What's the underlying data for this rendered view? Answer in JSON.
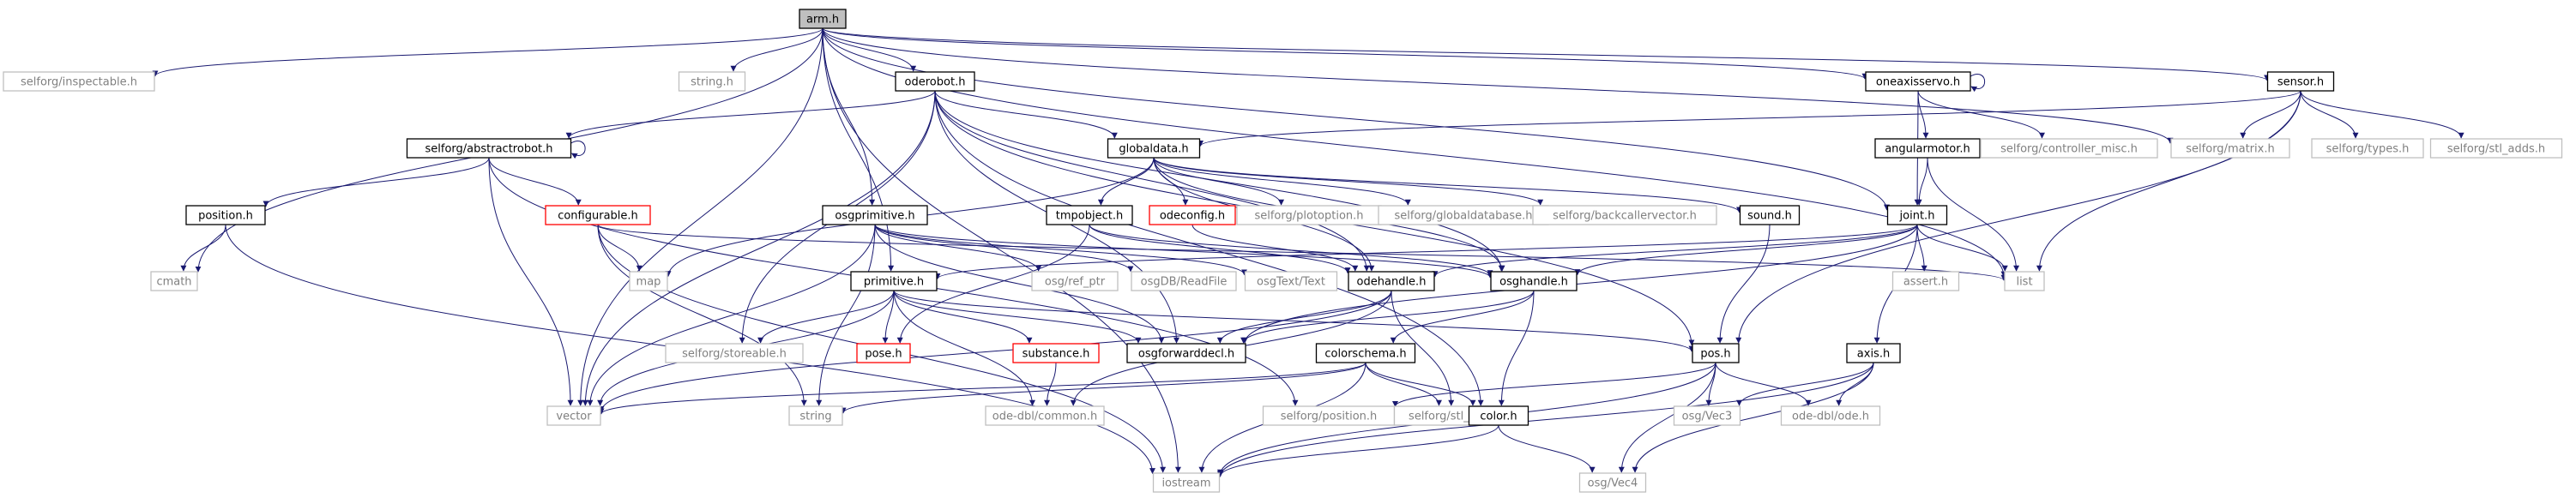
{
  "colors": {
    "edge": "#191970",
    "root_fill": "#bfbfbf",
    "doc_border": "#000000",
    "missing_border": "#ff0000",
    "external_border": "#bfbfbf",
    "external_text": "#808080"
  },
  "nodes": [
    {
      "id": "arm",
      "label": "arm.h",
      "kind": "root"
    },
    {
      "id": "inspectable",
      "label": "selforg/inspectable.h",
      "kind": "external"
    },
    {
      "id": "string_h",
      "label": "string.h",
      "kind": "external"
    },
    {
      "id": "oderobot",
      "label": "oderobot.h",
      "kind": "doc"
    },
    {
      "id": "oneaxisservo",
      "label": "oneaxisservo.h",
      "kind": "doc"
    },
    {
      "id": "sensor",
      "label": "sensor.h",
      "kind": "doc"
    },
    {
      "id": "abstractrobot",
      "label": "selforg/abstractrobot.h",
      "kind": "doc"
    },
    {
      "id": "globaldata",
      "label": "globaldata.h",
      "kind": "doc"
    },
    {
      "id": "angularmotor",
      "label": "angularmotor.h",
      "kind": "doc"
    },
    {
      "id": "controller_misc",
      "label": "selforg/controller_misc.h",
      "kind": "external"
    },
    {
      "id": "matrix",
      "label": "selforg/matrix.h",
      "kind": "external"
    },
    {
      "id": "types",
      "label": "selforg/types.h",
      "kind": "external"
    },
    {
      "id": "stl_adds",
      "label": "selforg/stl_adds.h",
      "kind": "external"
    },
    {
      "id": "position_h",
      "label": "position.h",
      "kind": "doc"
    },
    {
      "id": "configurable",
      "label": "configurable.h",
      "kind": "missing"
    },
    {
      "id": "osgprimitive",
      "label": "osgprimitive.h",
      "kind": "doc"
    },
    {
      "id": "tmpobject",
      "label": "tmpobject.h",
      "kind": "doc"
    },
    {
      "id": "odeconfig",
      "label": "odeconfig.h",
      "kind": "missing"
    },
    {
      "id": "plotoption",
      "label": "selforg/plotoption.h",
      "kind": "external"
    },
    {
      "id": "globaldatabase",
      "label": "selforg/globaldatabase.h",
      "kind": "external"
    },
    {
      "id": "backcaller",
      "label": "selforg/backcallervector.h",
      "kind": "external"
    },
    {
      "id": "sound",
      "label": "sound.h",
      "kind": "doc"
    },
    {
      "id": "joint",
      "label": "joint.h",
      "kind": "doc"
    },
    {
      "id": "cmath",
      "label": "cmath",
      "kind": "external"
    },
    {
      "id": "map",
      "label": "map",
      "kind": "external"
    },
    {
      "id": "ref_ptr",
      "label": "osg/ref_ptr",
      "kind": "external"
    },
    {
      "id": "readfile",
      "label": "osgDB/ReadFile",
      "kind": "external"
    },
    {
      "id": "osgtext",
      "label": "osgText/Text",
      "kind": "external"
    },
    {
      "id": "odehandle",
      "label": "odehandle.h",
      "kind": "doc"
    },
    {
      "id": "osghandle",
      "label": "osghandle.h",
      "kind": "doc"
    },
    {
      "id": "list",
      "label": "list",
      "kind": "external"
    },
    {
      "id": "assert",
      "label": "assert.h",
      "kind": "external"
    },
    {
      "id": "primitive",
      "label": "primitive.h",
      "kind": "doc"
    },
    {
      "id": "storeable",
      "label": "selforg/storeable.h",
      "kind": "external"
    },
    {
      "id": "pose",
      "label": "pose.h",
      "kind": "missing"
    },
    {
      "id": "substance",
      "label": "substance.h",
      "kind": "missing"
    },
    {
      "id": "osgforwarddecl",
      "label": "osgforwarddecl.h",
      "kind": "doc"
    },
    {
      "id": "colorschema",
      "label": "colorschema.h",
      "kind": "doc"
    },
    {
      "id": "pos",
      "label": "pos.h",
      "kind": "doc"
    },
    {
      "id": "axis",
      "label": "axis.h",
      "kind": "doc"
    },
    {
      "id": "vector",
      "label": "vector",
      "kind": "external"
    },
    {
      "id": "string",
      "label": "string",
      "kind": "external"
    },
    {
      "id": "ode_common",
      "label": "ode-dbl/common.h",
      "kind": "external"
    },
    {
      "id": "sf_position",
      "label": "selforg/position.h",
      "kind": "external"
    },
    {
      "id": "stl_map",
      "label": "selforg/stl_map.h",
      "kind": "external"
    },
    {
      "id": "color",
      "label": "color.h",
      "kind": "doc"
    },
    {
      "id": "vec3",
      "label": "osg/Vec3",
      "kind": "external"
    },
    {
      "id": "ode_h",
      "label": "ode-dbl/ode.h",
      "kind": "external"
    },
    {
      "id": "iostream",
      "label": "iostream",
      "kind": "external"
    },
    {
      "id": "vec4",
      "label": "osg/Vec4",
      "kind": "external"
    }
  ]
}
